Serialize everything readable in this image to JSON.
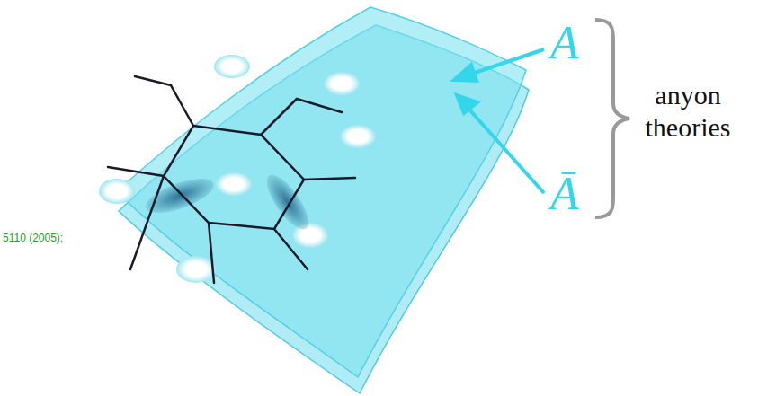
{
  "diagram": {
    "labels": [
      "A",
      "Ā",
      "anyon theories",
      "5110 (2005);"
    ]
  }
}
